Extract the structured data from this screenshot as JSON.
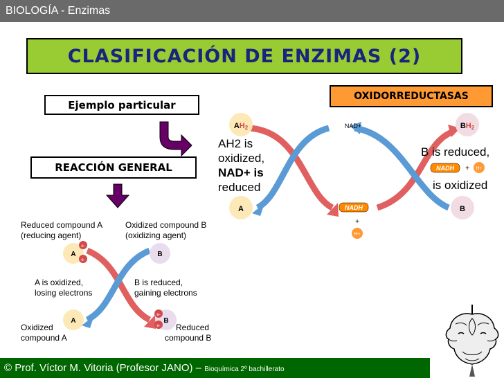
{
  "header": {
    "title": "BIOLOGÍA - Enzimas"
  },
  "main": {
    "title": "CLASIFICACIÓN DE ENZIMAS (2)",
    "example_label": "Ejemplo particular",
    "general_label": "REACCIÓN GENERAL",
    "category_label": "OXIDORREDUCTASAS"
  },
  "diagram_right": {
    "ah2": [
      "A",
      "H",
      "2"
    ],
    "bh2": [
      "B",
      "H",
      "2"
    ],
    "a": "A",
    "b": "B",
    "nad_plus": "NAD+",
    "nadh": "NADH",
    "plus": "+",
    "h_plus": "H+",
    "left_text": [
      "AH2 is",
      "oxidized,",
      "NAD+ is",
      "reduced"
    ],
    "right_text": [
      "B is reduced,",
      "is oxidized"
    ]
  },
  "diagram_left": {
    "reduced_a": [
      "Reduced compound A",
      "(reducing agent)"
    ],
    "oxidized_b": [
      "Oxidized compound B",
      "(oxidizing agent)"
    ],
    "a_oxidized": [
      "A is oxidized,",
      "losing electrons"
    ],
    "b_reduced": [
      "B is reduced,",
      "gaining electrons"
    ],
    "oxidized_a": [
      "Oxidized",
      "compound A"
    ],
    "reduced_b": [
      "Reduced",
      "compound B"
    ],
    "node_a": "A",
    "node_b": "B",
    "electron": "e-"
  },
  "footer": {
    "credit": "© Prof. Víctor M. Vitoria (Profesor JANO) – ",
    "course": "Bioquímica 2º bachillerato"
  },
  "colors": {
    "title_bg": "#99cc33",
    "title_text": "#1a237e",
    "category_bg": "#ff9933",
    "footer_bg": "#006600",
    "arrow_purple": "#660066",
    "arrow_red": "#e06060",
    "arrow_blue": "#5b9bd5"
  }
}
